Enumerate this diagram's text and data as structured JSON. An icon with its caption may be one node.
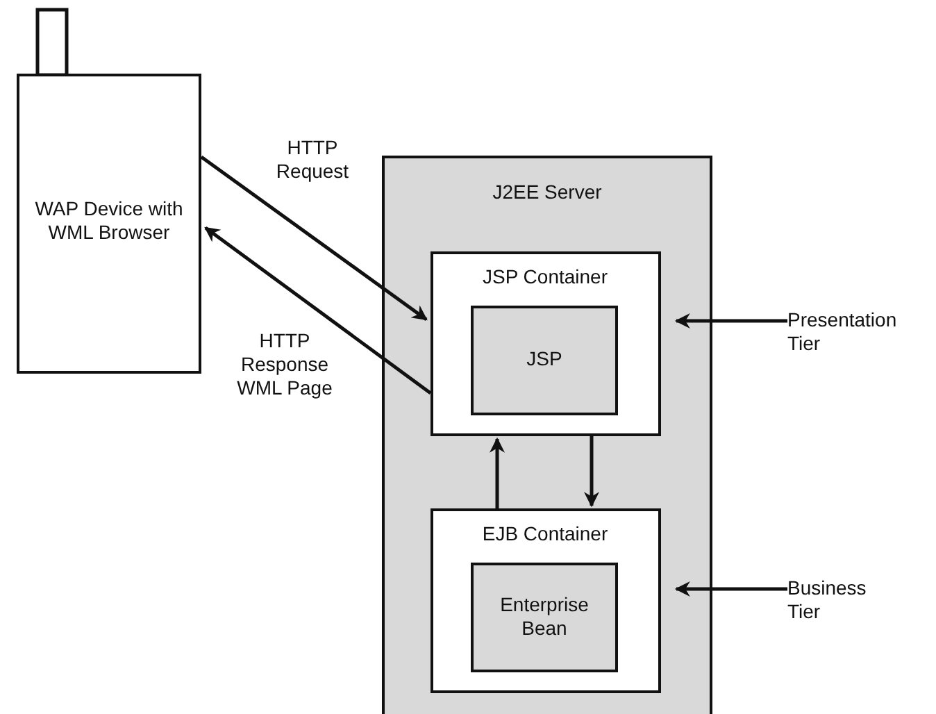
{
  "diagram": {
    "nodes": [
      {
        "text": [
          "WAP Device with WML Browser"
        ]
      },
      {
        "text": [
          "J2EE Server"
        ]
      },
      {
        "text": [
          "JSP Container"
        ],
        "in": 1
      },
      {
        "text": [
          "JSP"
        ],
        "in": 2
      },
      {
        "text": [
          "EJB Container"
        ],
        "in": 1
      },
      {
        "text": [
          "Enterprise Bean"
        ],
        "in": 4
      },
      {
        "text": [
          "Presentation Tier"
        ]
      },
      {
        "text": [
          "Business Tier"
        ]
      }
    ],
    "edges": [
      {
        "from": 0,
        "to": 2,
        "arrow": "to",
        "label": "HTTP Request"
      },
      {
        "from": 2,
        "to": 0,
        "arrow": "to",
        "label": "HTTP Response WML Page"
      },
      {
        "from": 4,
        "to": 2,
        "arrow": "to"
      },
      {
        "from": 2,
        "to": 4,
        "arrow": "to"
      },
      {
        "from": 6,
        "to": 2,
        "arrow": "to"
      },
      {
        "from": 7,
        "to": 4,
        "arrow": "to"
      }
    ]
  }
}
